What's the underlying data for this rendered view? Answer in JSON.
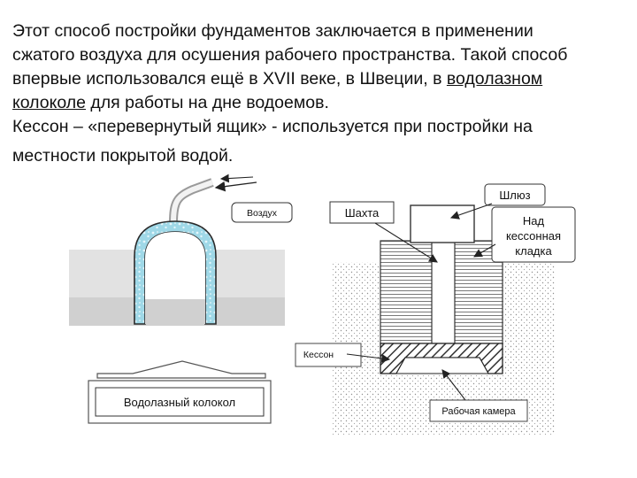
{
  "paragraph": {
    "line1": "Этот способ постройки фундаментов заключается в применении",
    "line2": "сжатого воздуха для осушения рабочего пространства. Такой способ",
    "line3_pre": "впервые использовался ещё в XVII веке, в Швеции, в ",
    "line3_link": "водолазном",
    "line4_link": "колоколе",
    "line4_post": " для работы на дне водоемов.",
    "line5": "Кессон – «перевернутый ящик» - используется при постройки на",
    "line6": "местности покрытой водой."
  },
  "left_diagram": {
    "air_label": "Воздух",
    "bell_label": "Водолазный колокол"
  },
  "right_diagram": {
    "lock_label": "Шлюз",
    "shaft_label": "Шахта",
    "masonry_label_line1": "Над",
    "masonry_label_line2": "кессонная",
    "masonry_label_line3": "кладка",
    "caisson_label": "Кессон",
    "chamber_label": "Рабочая камера"
  },
  "colors": {
    "water_blue": "#cdeaf4",
    "bell_wall": "#9dd9e8",
    "ground": "#d9d9d9",
    "soil_dots": "#8f8f8f"
  }
}
